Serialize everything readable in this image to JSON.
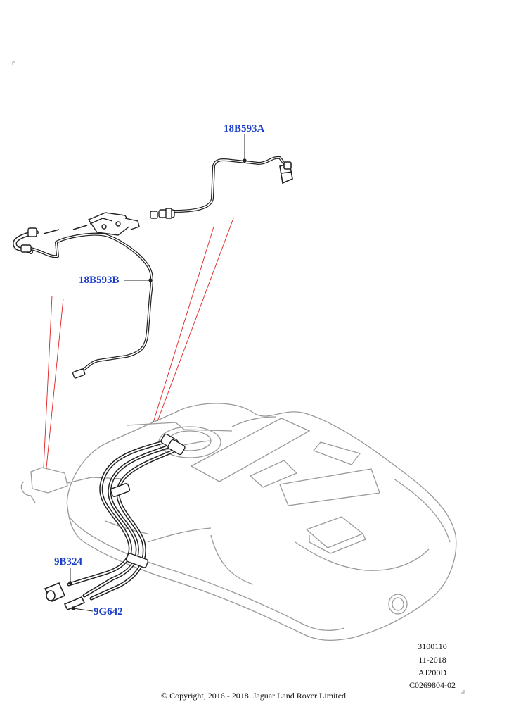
{
  "callouts": {
    "c1": "18B593A",
    "c2": "18B593B",
    "c3": "9B324",
    "c4": "9G642"
  },
  "meta": {
    "line1": "3100110",
    "line2": "11-2018",
    "line3": "AJ200D",
    "line4": "C0269804-02"
  },
  "copyright": "© Copyright, 2016 - 2018. Jaguar Land Rover Limited.",
  "colors": {
    "callout": "#1a3ec9",
    "leader_red": "#e02020",
    "line": "#222222",
    "tank": "#9a9a9a"
  }
}
